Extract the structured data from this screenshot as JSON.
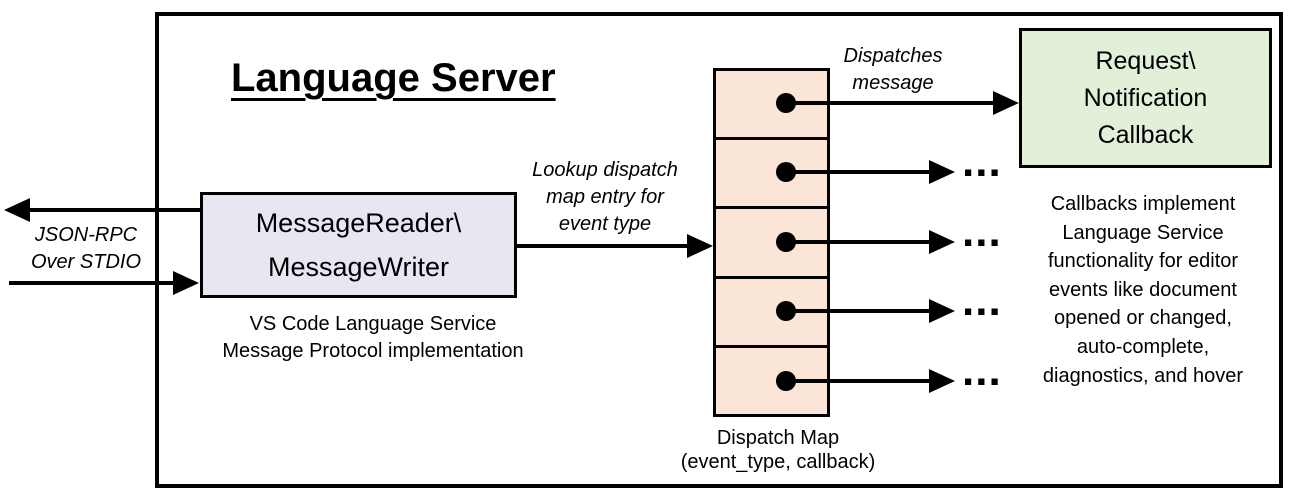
{
  "diagram": {
    "title": "Language Server",
    "io_label": {
      "lines": [
        "JSON-RPC",
        "Over STDIO"
      ]
    },
    "reader_box": {
      "lines": [
        "MessageReader\\",
        "MessageWriter"
      ]
    },
    "reader_caption": {
      "lines": [
        "VS Code Language Service",
        "Message Protocol implementation"
      ]
    },
    "lookup_label": {
      "lines": [
        "Lookup dispatch",
        "map entry for",
        "event type"
      ]
    },
    "dispatches_label": {
      "lines": [
        "Dispatches",
        "message"
      ]
    },
    "dispatch_map": {
      "cell_count": 5,
      "label_lines": [
        "Dispatch Map",
        "(event_type, callback)"
      ]
    },
    "callback_box": {
      "lines": [
        "Request\\",
        "Notification",
        "Callback"
      ]
    },
    "callbacks_note": {
      "lines": [
        "Callbacks implement",
        "Language Service",
        "functionality for editor",
        "events like document",
        "opened or changed,",
        "auto-complete,",
        "diagnostics, and hover"
      ]
    },
    "ellipsis": "...",
    "colors": {
      "reader_fill": "#E8E6F0",
      "map_fill": "#FBE5D6",
      "callback_fill": "#E2EFD9",
      "line": "#000000"
    }
  }
}
